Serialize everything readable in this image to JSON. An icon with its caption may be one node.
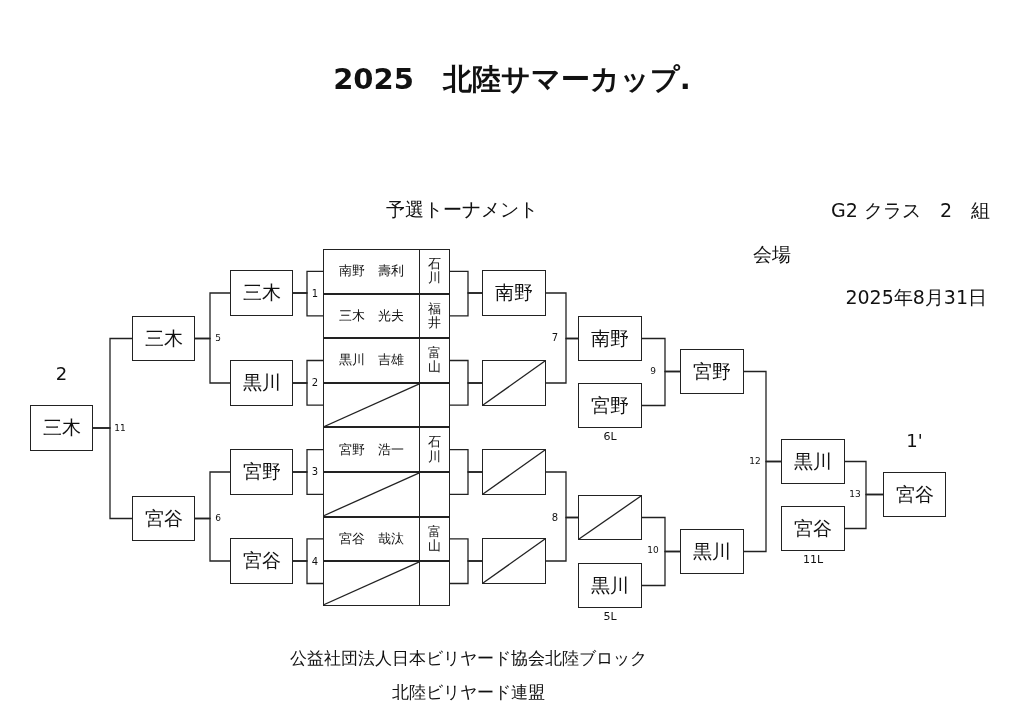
{
  "diagram": {
    "title": "2025　北陸サマーカップ.",
    "nodes": [
      {
        "text": [
          "三木"
        ],
        "beside": [
          "2"
        ]
      },
      {
        "text": [
          "三木"
        ]
      },
      {
        "text": [
          "宮谷"
        ]
      },
      {
        "text": [
          "三木"
        ]
      },
      {
        "text": [
          "黒川"
        ]
      },
      {
        "text": [
          "宮野"
        ]
      },
      {
        "text": [
          "宮谷"
        ]
      },
      {
        "text": [
          "南野　壽利",
          "石川"
        ]
      },
      {
        "text": [
          "三木　光夫",
          "福井"
        ]
      },
      {
        "text": [
          "黒川　吉雄",
          "富山"
        ]
      },
      {
        "text": [],
        "shape": "box"
      },
      {
        "text": [
          "宮野　浩一",
          "石川"
        ]
      },
      {
        "text": [],
        "shape": "box"
      },
      {
        "text": [
          "宮谷　哉汰",
          "富山"
        ]
      },
      {
        "text": [],
        "shape": "box"
      },
      {
        "text": [
          "南野"
        ]
      },
      {
        "text": [],
        "shape": "box"
      },
      {
        "text": [],
        "shape": "box"
      },
      {
        "text": [],
        "shape": "box"
      },
      {
        "text": [
          "南野"
        ]
      },
      {
        "text": [
          "宮野"
        ],
        "beside": [
          "6L"
        ]
      },
      {
        "text": [],
        "shape": "box"
      },
      {
        "text": [
          "黒川"
        ],
        "beside": [
          "5L"
        ]
      },
      {
        "text": [
          "宮野"
        ]
      },
      {
        "text": [
          "黒川"
        ]
      },
      {
        "text": [
          "黒川"
        ]
      },
      {
        "text": [
          "宮谷"
        ],
        "beside": [
          "11L"
        ]
      },
      {
        "text": [
          "宮谷"
        ],
        "beside": [
          "1'"
        ]
      }
    ],
    "edges": [
      {
        "from": 7,
        "to": 3,
        "arrow": "none"
      },
      {
        "from": 8,
        "to": 3,
        "arrow": "none"
      },
      {
        "from": 9,
        "to": 4,
        "arrow": "none"
      },
      {
        "from": 10,
        "to": 4,
        "arrow": "none"
      },
      {
        "from": 11,
        "to": 5,
        "arrow": "none"
      },
      {
        "from": 12,
        "to": 5,
        "arrow": "none"
      },
      {
        "from": 13,
        "to": 6,
        "arrow": "none"
      },
      {
        "from": 14,
        "to": 6,
        "arrow": "none"
      },
      {
        "from": 3,
        "to": 1,
        "arrow": "none"
      },
      {
        "from": 4,
        "to": 1,
        "arrow": "none"
      },
      {
        "from": 5,
        "to": 2,
        "arrow": "none"
      },
      {
        "from": 6,
        "to": 2,
        "arrow": "none"
      },
      {
        "from": 1,
        "to": 0,
        "arrow": "none"
      },
      {
        "from": 2,
        "to": 0,
        "arrow": "none"
      },
      {
        "from": 7,
        "to": 15,
        "arrow": "none"
      },
      {
        "from": 8,
        "to": 15,
        "arrow": "none"
      },
      {
        "from": 9,
        "to": 16,
        "arrow": "none"
      },
      {
        "from": 10,
        "to": 16,
        "arrow": "none"
      },
      {
        "from": 11,
        "to": 17,
        "arrow": "none"
      },
      {
        "from": 12,
        "to": 17,
        "arrow": "none"
      },
      {
        "from": 13,
        "to": 18,
        "arrow": "none"
      },
      {
        "from": 14,
        "to": 18,
        "arrow": "none"
      },
      {
        "from": 15,
        "to": 19,
        "arrow": "none"
      },
      {
        "from": 16,
        "to": 19,
        "arrow": "none"
      },
      {
        "from": 17,
        "to": 21,
        "arrow": "none"
      },
      {
        "from": 18,
        "to": 21,
        "arrow": "none"
      },
      {
        "from": 19,
        "to": 23,
        "arrow": "none"
      },
      {
        "from": 20,
        "to": 23,
        "arrow": "none"
      },
      {
        "from": 21,
        "to": 24,
        "arrow": "none"
      },
      {
        "from": 22,
        "to": 24,
        "arrow": "none"
      },
      {
        "from": 23,
        "to": 25,
        "arrow": "none"
      },
      {
        "from": 24,
        "to": 25,
        "arrow": "none"
      },
      {
        "from": 25,
        "to": 27,
        "arrow": "none"
      },
      {
        "from": 26,
        "to": 27,
        "arrow": "none"
      }
    ],
    "labels": [
      "予選トーナメント",
      "G2 クラス　2　組",
      "会場",
      "2025年8月31日",
      "1",
      "2",
      "3",
      "4",
      "5",
      "6",
      "7",
      "8",
      "9",
      "10",
      "11",
      "12",
      "13",
      "公益社団法人日本ビリヤード協会北陸ブロック",
      "北陸ビリヤード連盟"
    ]
  }
}
